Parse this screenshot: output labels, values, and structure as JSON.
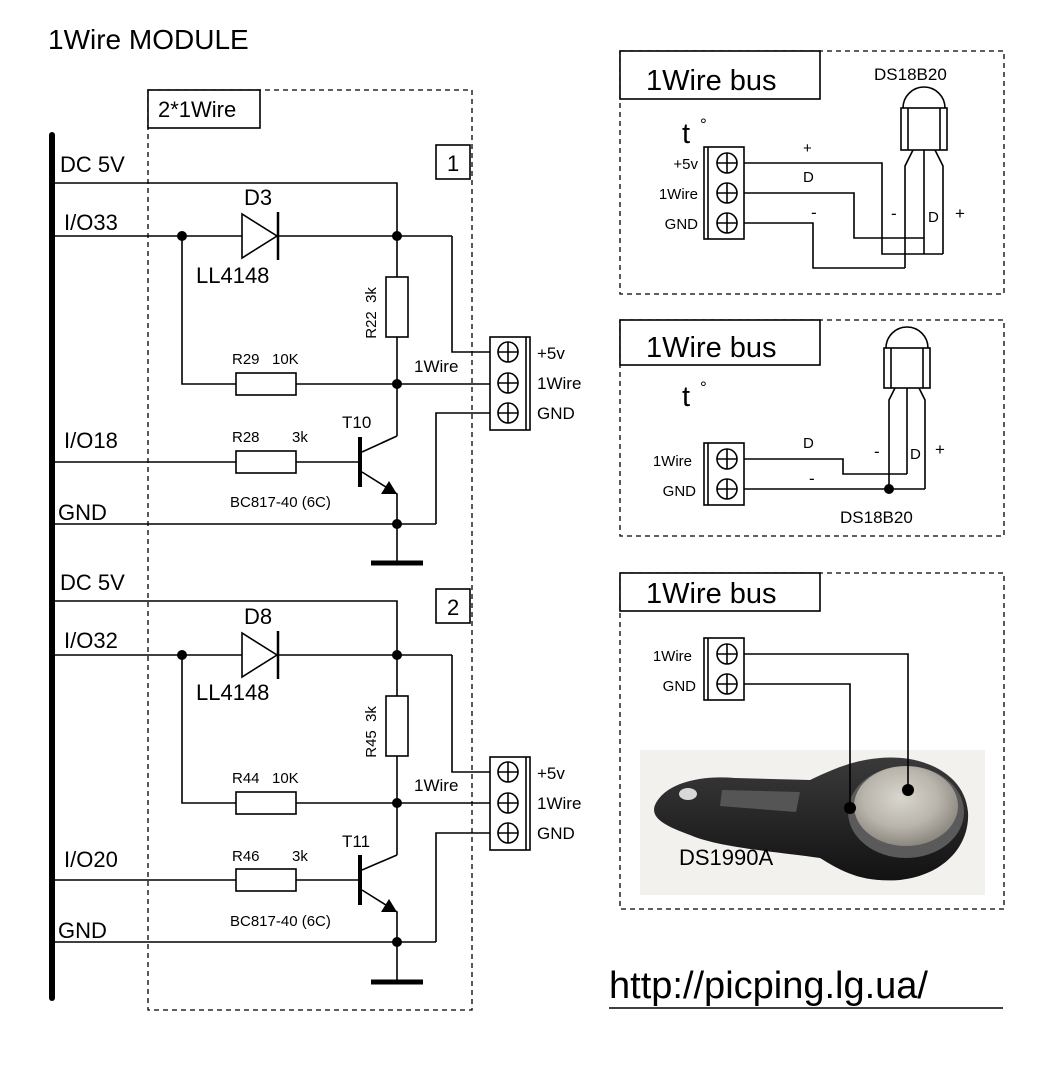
{
  "title": "1Wire MODULE",
  "module_label": "2*1Wire",
  "url": "http://picping.lg.ua/",
  "channels": [
    {
      "number": "1",
      "dc": "DC 5V",
      "io_a": "I/O33",
      "diode": "D3",
      "diode_type": "LL4148",
      "pullup_name": "R22",
      "pullup_value": "3k",
      "series_name": "R29",
      "series_value": "10K",
      "base_name": "R28",
      "base_value": "3k",
      "io_b": "I/O18",
      "transistor": "T10",
      "transistor_type": "BC817-40 (6C)",
      "gnd": "GND",
      "bus_label": "1Wire",
      "term_5v": "+5v",
      "term_1wire": "1Wire",
      "term_gnd": "GND"
    },
    {
      "number": "2",
      "dc": "DC 5V",
      "io_a": "I/O32",
      "diode": "D8",
      "diode_type": "LL4148",
      "pullup_name": "R45",
      "pullup_value": "3k",
      "series_name": "R44",
      "series_value": "10K",
      "base_name": "R46",
      "base_value": "3k",
      "io_b": "I/O20",
      "transistor": "T11",
      "transistor_type": "BC817-40 (6C)",
      "gnd": "GND",
      "bus_label": "1Wire",
      "term_5v": "+5v",
      "term_1wire": "1Wire",
      "term_gnd": "GND"
    }
  ],
  "panels": [
    {
      "title": "1Wire bus",
      "sensor": "DS18B20",
      "temp_symbol": "t",
      "degree": "°",
      "terminals": [
        "+5v",
        "1Wire",
        "GND"
      ],
      "wire_plus": "+",
      "wire_d": "D",
      "wire_minus": "-",
      "pin_minus": "-",
      "pin_d": "D",
      "pin_plus": "+"
    },
    {
      "title": "1Wire bus",
      "sensor": "DS18B20",
      "temp_symbol": "t",
      "degree": "°",
      "terminals": [
        "1Wire",
        "GND"
      ],
      "wire_d": "D",
      "wire_minus": "-",
      "pin_minus": "-",
      "pin_d": "D",
      "pin_plus": "+"
    },
    {
      "title": "1Wire bus",
      "device": "DS1990A",
      "terminals": [
        "1Wire",
        "GND"
      ]
    }
  ]
}
